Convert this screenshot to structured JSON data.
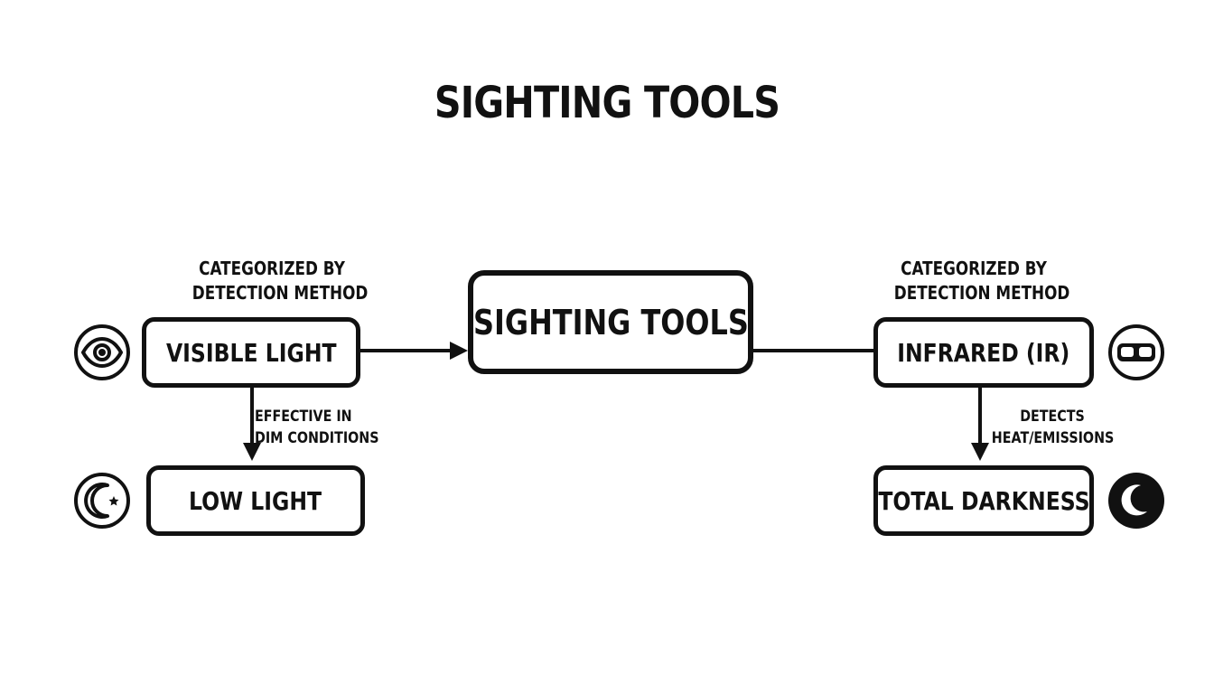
{
  "diagram": {
    "title": "SIGHTING TOOLS",
    "nodes": {
      "center": "SIGHTING TOOLS",
      "visible_light": "VISIBLE LIGHT",
      "infrared": "INFRARED (IR)",
      "low_light": "LOW LIGHT",
      "total_darkness": "TOTAL DARKNESS"
    },
    "annotations": {
      "left_category_line1": "CATEGORIZED BY",
      "left_category_line2": "DETECTION METHOD",
      "right_category_line1": "CATEGORIZED BY",
      "right_category_line2": "DETECTION METHOD"
    },
    "edge_labels": {
      "visible_to_low_line1": "EFFECTIVE IN",
      "visible_to_low_line2": "DIM CONDITIONS",
      "ir_to_dark_line1": "DETECTS",
      "ir_to_dark_line2": "HEAT/EMISSIONS"
    },
    "icons": {
      "visible_light": "eye-icon",
      "low_light": "moon-star-icon",
      "infrared": "goggles-icon",
      "total_darkness": "moon-icon"
    },
    "colors": {
      "ink": "#111111",
      "background": "#ffffff"
    }
  }
}
